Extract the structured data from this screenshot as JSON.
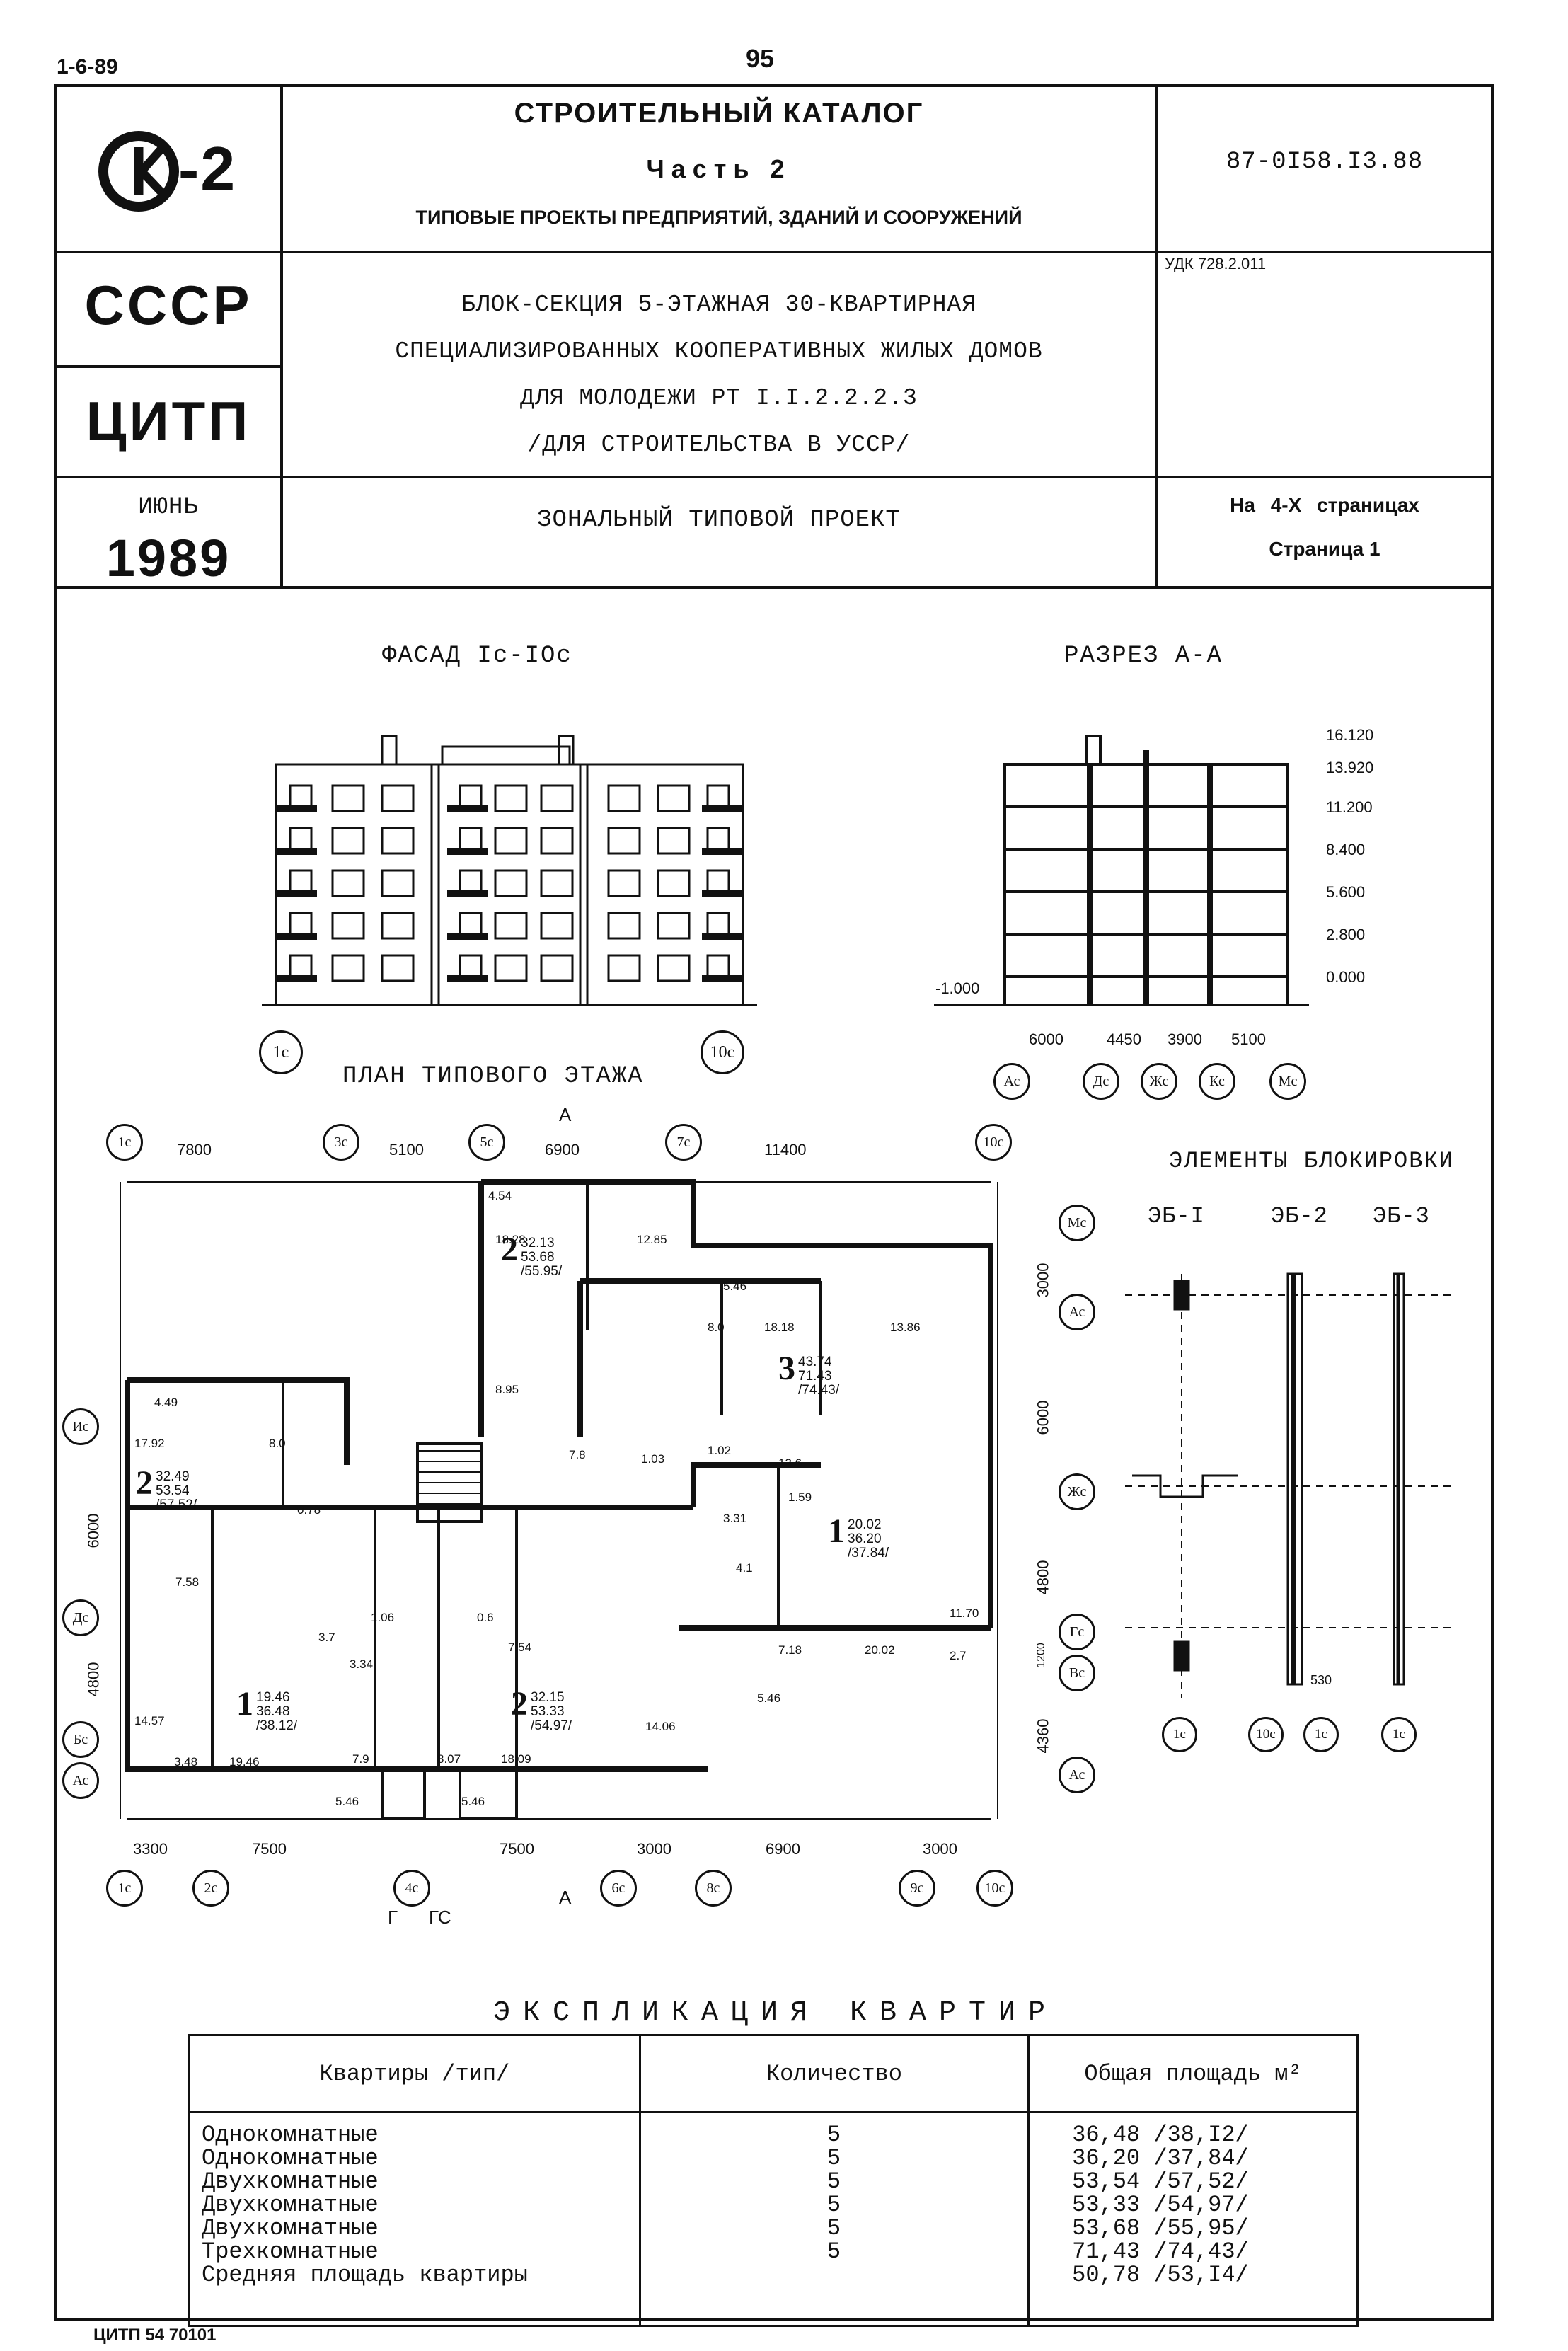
{
  "header": {
    "page_number": "95",
    "doc_code_top": "1-6-89",
    "logo_text": "К-2",
    "catalog_title": "СТРОИТЕЛЬНЫЙ КАТАЛОГ",
    "part": "Часть 2",
    "section_title": "ТИПОВЫЕ ПРОЕКТЫ ПРЕДПРИЯТИЙ, ЗДАНИЙ И СООРУЖЕНИЙ",
    "doc_number": "87-0I58.I3.88",
    "country": "СССР",
    "org": "ЦИТП",
    "udk": "УДК 728.2.011",
    "project_title_lines": [
      "БЛОК-СЕКЦИЯ 5-ЭТАЖНАЯ 30-КВАРТИРНАЯ",
      "СПЕЦИАЛИЗИРОВАННЫХ КООПЕРАТИВНЫХ ЖИЛЫХ ДОМОВ",
      "ДЛЯ МОЛОДЕЖИ  РТ I.I.2.2.2.3",
      "/ДЛЯ СТРОИТЕЛЬСТВА В УССР/"
    ],
    "month": "ИЮНЬ",
    "year": "1989",
    "project_type": "ЗОНАЛЬНЫЙ ТИПОВОЙ ПРОЕКТ",
    "pages_info_prefix": "На",
    "pages_info_count": "4-Х",
    "pages_info_suffix": "страницах",
    "page_info": "Страница 1"
  },
  "drawings": {
    "facade_title": "ФАСАД Iс-IОс",
    "facade_axes": [
      "1с",
      "10с"
    ],
    "section_title": "РАЗРЕЗ А-А",
    "section_levels": [
      "16.120",
      "13.920",
      "11.200",
      "8.400",
      "5.600",
      "2.800",
      "0.000",
      "-1.000"
    ],
    "section_dims": [
      "6000",
      "4450",
      "3900",
      "5100"
    ],
    "section_axes": [
      "Ас",
      "Дс",
      "Жс",
      "Кс",
      "Мс"
    ],
    "plan_title": "ПЛАН ТИПОВОГО ЭТАЖА",
    "plan_cut_label": "А",
    "plan_top_axes": [
      "1с",
      "3с",
      "5с",
      "7с",
      "10с"
    ],
    "plan_top_dims": [
      "7800",
      "5100",
      "6900",
      "11400"
    ],
    "plan_bottom_axes": [
      "1с",
      "2с",
      "4с",
      "6с",
      "8с",
      "9с",
      "10с"
    ],
    "plan_bottom_dims": [
      "3300",
      "7500",
      "7500",
      "3000",
      "6900",
      "3000"
    ],
    "plan_bottom_marks": [
      "Г",
      "ГС"
    ],
    "plan_right_axes": [
      "Мс",
      "Ас",
      "Жс",
      "Гс",
      "Вс",
      "Ас"
    ],
    "plan_right_dims": [
      "3000",
      "6000",
      "4800",
      "1200",
      "4360"
    ],
    "plan_left_axes": [
      "Ис",
      "Дс",
      "Бс",
      "Ас"
    ],
    "plan_left_dims": [
      "6000",
      "4800"
    ],
    "apartments": [
      {
        "rooms": "2",
        "living": "32.13",
        "total": "53.68",
        "full": "/55.95/"
      },
      {
        "rooms": "3",
        "living": "43.74",
        "total": "71.43",
        "full": "/74.43/"
      },
      {
        "rooms": "2",
        "living": "32.49",
        "total": "53.54",
        "full": "/57.52/"
      },
      {
        "rooms": "1",
        "living": "20.02",
        "total": "36.20",
        "full": "/37.84/"
      },
      {
        "rooms": "1",
        "living": "19.46",
        "total": "36.48",
        "full": "/38.12/"
      },
      {
        "rooms": "2",
        "living": "32.15",
        "total": "53.33",
        "full": "/54.97/"
      }
    ],
    "room_labels": [
      "18.28",
      "12.85",
      "4.54",
      "5.46",
      "8.0",
      "18.18",
      "13.86",
      "8.95",
      "7.8",
      "1.03",
      "1.02",
      "13.6",
      "17.92",
      "8.0",
      "4.49",
      "0.78",
      "7.58",
      "3.31",
      "1.59",
      "4.1",
      "11.70",
      "2.7",
      "7.18",
      "5.46",
      "20.02",
      "3.7",
      "1.06",
      "0.6",
      "3.34",
      "7.54",
      "14.57",
      "3.48",
      "19.46",
      "7.9",
      "8.07",
      "18.09",
      "14.06",
      "5.46",
      "5.46"
    ],
    "blocking_title": "ЭЛЕМЕНТЫ БЛОКИРОВКИ",
    "blocking_elements": [
      "ЭБ-I",
      "ЭБ-2",
      "ЭБ-3"
    ],
    "blocking_axes": [
      "1с",
      "10с",
      "1с",
      "1с"
    ],
    "blocking_dim": "530"
  },
  "explication": {
    "title": "ЭКСПЛИКАЦИЯ  КВАРТИР",
    "headers": [
      "Квартиры /тип/",
      "Количество",
      "Общая площадь м²"
    ],
    "rows": [
      {
        "type": "Однокомнатные",
        "count": "5",
        "area": "36,48 /38,I2/"
      },
      {
        "type": "Однокомнатные",
        "count": "5",
        "area": "36,20 /37,84/"
      },
      {
        "type": "Двухкомнатные",
        "count": "5",
        "area": "53,54 /57,52/"
      },
      {
        "type": "Двухкомнатные",
        "count": "5",
        "area": "53,33 /54,97/"
      },
      {
        "type": "Двухкомнатные",
        "count": "5",
        "area": "53,68 /55,95/"
      },
      {
        "type": "Трехкомнатные",
        "count": "5",
        "area": "71,43 /74,43/"
      },
      {
        "type": "Средняя площадь квартиры",
        "count": "",
        "area": "50,78 /53,I4/"
      }
    ]
  },
  "footer": {
    "print_code": "ЦИТП 54 70101"
  }
}
